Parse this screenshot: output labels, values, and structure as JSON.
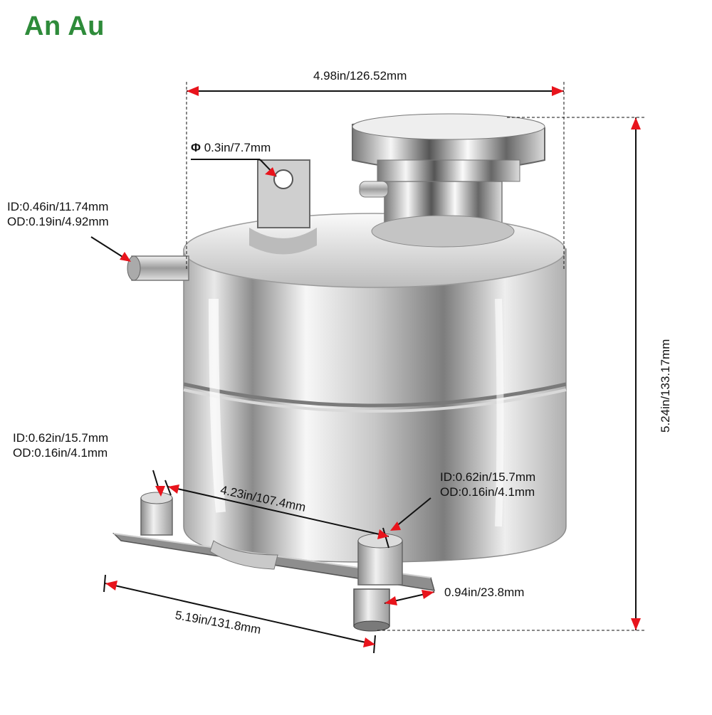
{
  "brand": {
    "logo_text": "An Au",
    "logo_color": "#2e8b3a"
  },
  "dimensions": {
    "top_width": "4.98in/126.52mm",
    "mount_hole": "0.3in/7.7mm",
    "mount_hole_symbol": "Φ",
    "side_inlet_id": "ID:0.46in/11.74mm",
    "side_inlet_od": "OD:0.19in/4.92mm",
    "height": "5.24in/133.17mm",
    "left_port_id": "ID:0.62in/15.7mm",
    "left_port_od": "OD:0.16in/4.1mm",
    "right_port_id": "ID:0.62in/15.7mm",
    "right_port_od": "OD:0.16in/4.1mm",
    "port_spacing": "4.23in/107.4mm",
    "bracket_length": "5.19in/131.8mm",
    "port_length": "0.94in/23.8mm"
  },
  "colors": {
    "arrow": "#e8141c",
    "dimension_line": "#111111",
    "tank_highlight": "#f4f4f4",
    "tank_shadow": "#9a9a9a"
  }
}
